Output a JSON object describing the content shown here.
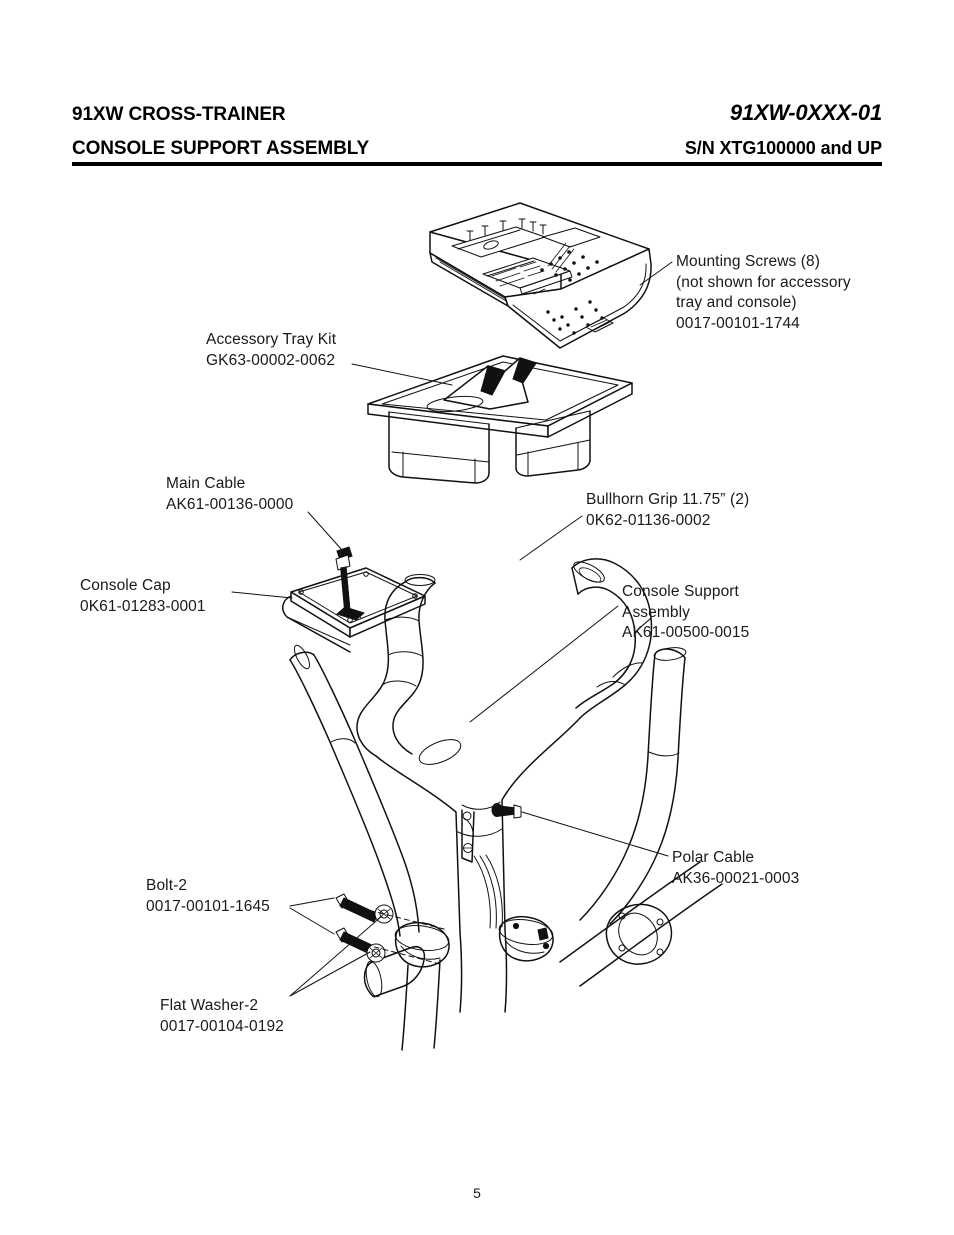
{
  "document": {
    "page_number": "5"
  },
  "header": {
    "title_line1": "91XW CROSS-TRAINER",
    "title_line2": "CONSOLE SUPPORT ASSEMBLY",
    "model": "91XW-0XXX-01",
    "serial": "S/N XTG100000 and UP"
  },
  "callouts": [
    {
      "id": "mounting-screws",
      "name": "Mounting Screws (8)",
      "note": "(not shown for accessory\ntray and console)",
      "part_number": "0017-00101-1744",
      "text": "Mounting Screws (8)\n(not shown for accessory\ntray and console)\n0017-00101-1744"
    },
    {
      "id": "accessory-tray",
      "name": "Accessory Tray Kit",
      "part_number": "GK63-00002-0062",
      "text": "Accessory Tray Kit\nGK63-00002-0062"
    },
    {
      "id": "main-cable",
      "name": "Main Cable",
      "part_number": "AK61-00136-0000",
      "text": "Main Cable\nAK61-00136-0000"
    },
    {
      "id": "bullhorn-grip",
      "name": "Bullhorn Grip 11.75” (2)",
      "part_number": "0K62-01136-0002",
      "text": "Bullhorn Grip 11.75” (2)\n0K62-01136-0002"
    },
    {
      "id": "console-cap",
      "name": "Console Cap",
      "part_number": "0K61-01283-0001",
      "text": "Console Cap\n0K61-01283-0001"
    },
    {
      "id": "console-support",
      "name": "Console Support Assembly",
      "part_number": "AK61-00500-0015",
      "text": "Console Support\nAssembly\nAK61-00500-0015"
    },
    {
      "id": "polar-cable",
      "name": "Polar Cable",
      "part_number": "AK36-00021-0003",
      "text": "Polar Cable\nAK36-00021-0003"
    },
    {
      "id": "bolt-2",
      "name": "Bolt-2",
      "part_number": "0017-00101-1645",
      "text": "Bolt-2\n0017-00101-1645"
    },
    {
      "id": "flat-washer-2",
      "name": "Flat Washer-2",
      "part_number": "0017-00104-0192",
      "text": "Flat Washer-2\n0017-00104-0192"
    }
  ],
  "colors": {
    "ink": "#000000",
    "text": "#1a1a1a",
    "paper": "#ffffff",
    "line": "#111111"
  }
}
